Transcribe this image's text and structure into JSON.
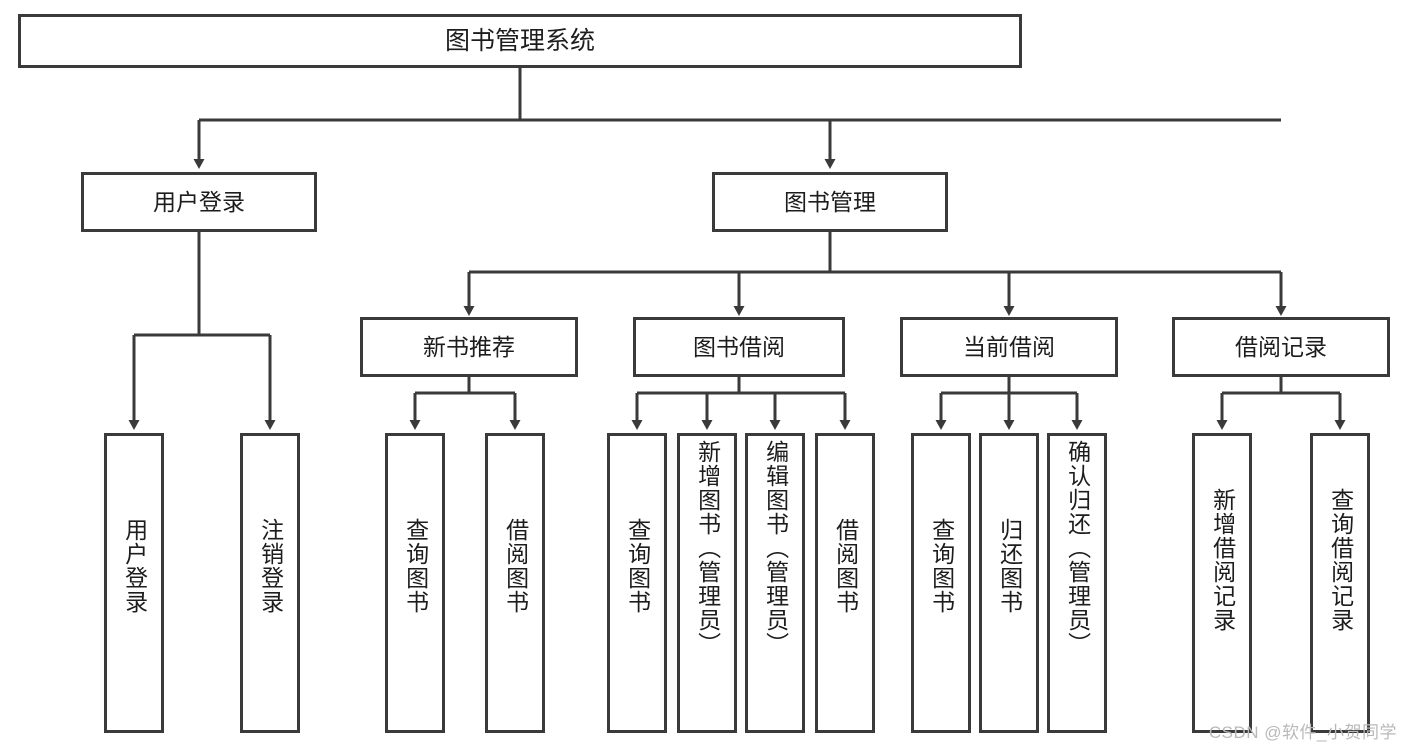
{
  "diagram": {
    "title": "图书管理系统",
    "type": "tree",
    "root": {
      "label": "图书管理系统"
    },
    "level2": [
      {
        "label": "用户登录"
      },
      {
        "label": "图书管理"
      }
    ],
    "level3": [
      {
        "label": "新书推荐"
      },
      {
        "label": "图书借阅"
      },
      {
        "label": "当前借阅"
      },
      {
        "label": "借阅记录"
      }
    ],
    "leaves": {
      "user_login": [
        {
          "label": "用户登录"
        },
        {
          "label": "注销登录"
        }
      ],
      "new_book_recommend": [
        {
          "label": "查询图书"
        },
        {
          "label": "借阅图书"
        }
      ],
      "book_borrow": [
        {
          "label": "查询图书"
        },
        {
          "label": "新增图书（管理员）"
        },
        {
          "label": "编辑图书（管理员）"
        },
        {
          "label": "借阅图书"
        }
      ],
      "current_borrow": [
        {
          "label": "查询图书"
        },
        {
          "label": "归还图书"
        },
        {
          "label": "确认归还（管理员）"
        }
      ],
      "borrow_records": [
        {
          "label": "新增借阅记录"
        },
        {
          "label": "查询借阅记录"
        }
      ]
    }
  },
  "watermark": {
    "text": "CSDN @软件_小贺同学"
  },
  "colors": {
    "stroke": "#3a3a3a",
    "background": "#ffffff",
    "text": "#1d1d1d",
    "watermark": "#b9b9b9"
  }
}
